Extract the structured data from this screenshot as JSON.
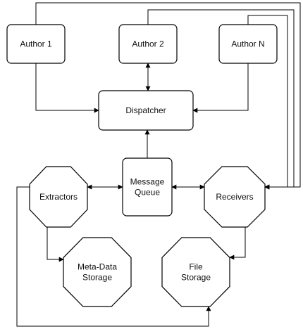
{
  "diagram": {
    "nodes": {
      "author1": {
        "label": [
          "Author 1"
        ],
        "shape": "rounded-box"
      },
      "author2": {
        "label": [
          "Author 2"
        ],
        "shape": "rounded-box"
      },
      "authorN": {
        "label": [
          "Author N"
        ],
        "shape": "rounded-box"
      },
      "dispatcher": {
        "label": [
          "Dispatcher"
        ],
        "shape": "rounded-box"
      },
      "message_queue": {
        "label": [
          "Message",
          "Queue"
        ],
        "shape": "rounded-box"
      },
      "extractors": {
        "label": [
          "Extractors"
        ],
        "shape": "octagon"
      },
      "receivers": {
        "label": [
          "Receivers"
        ],
        "shape": "octagon"
      },
      "metadata_storage": {
        "label": [
          "Meta-Data",
          "Storage"
        ],
        "shape": "octagon"
      },
      "file_storage": {
        "label": [
          "File",
          "Storage"
        ],
        "shape": "octagon"
      }
    },
    "edges": [
      {
        "from": "author1",
        "to": "dispatcher",
        "arrow": "end"
      },
      {
        "from": "author2",
        "to": "dispatcher",
        "arrow": "both"
      },
      {
        "from": "authorN",
        "to": "dispatcher",
        "arrow": "end"
      },
      {
        "from": "message_queue",
        "to": "dispatcher",
        "arrow": "end"
      },
      {
        "from": "extractors",
        "to": "message_queue",
        "arrow": "both"
      },
      {
        "from": "message_queue",
        "to": "receivers",
        "arrow": "both"
      },
      {
        "from": "extractors",
        "to": "metadata_storage",
        "arrow": "end"
      },
      {
        "from": "receivers",
        "to": "file_storage",
        "arrow": "end"
      },
      {
        "from": "extractors",
        "to": "file_storage",
        "arrow": "end"
      },
      {
        "from": "author1",
        "to": "receivers",
        "arrow": "end"
      },
      {
        "from": "author2",
        "to": "receivers",
        "arrow": "end"
      },
      {
        "from": "authorN",
        "to": "receivers",
        "arrow": "end"
      }
    ]
  }
}
